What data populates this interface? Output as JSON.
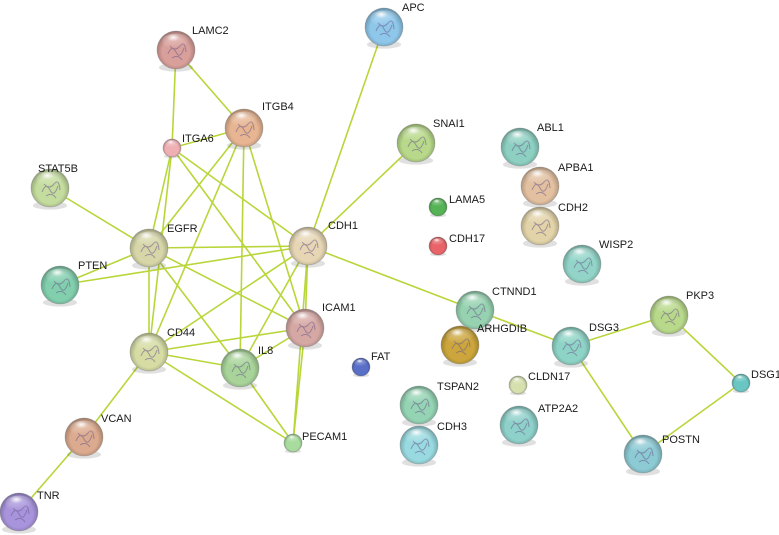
{
  "nodes": [
    {
      "id": "APC",
      "label": "APC",
      "color": "#8ec7ea",
      "size": "large"
    },
    {
      "id": "LAMC2",
      "label": "LAMC2",
      "color": "#d99f9a",
      "size": "large"
    },
    {
      "id": "ITGB4",
      "label": "ITGB4",
      "color": "#e7b592",
      "size": "large"
    },
    {
      "id": "ITGA6",
      "label": "ITGA6",
      "color": "#efb0b4",
      "size": "small"
    },
    {
      "id": "SNAI1",
      "label": "SNAI1",
      "color": "#b8d98a",
      "size": "large"
    },
    {
      "id": "ABL1",
      "label": "ABL1",
      "color": "#8dd0c2",
      "size": "large"
    },
    {
      "id": "APBA1",
      "label": "APBA1",
      "color": "#e2c0a0",
      "size": "large"
    },
    {
      "id": "CDH2",
      "label": "CDH2",
      "color": "#e2d3a8",
      "size": "large"
    },
    {
      "id": "STAT5B",
      "label": "STAT5B",
      "color": "#c4dc9e",
      "size": "large"
    },
    {
      "id": "LAMA5",
      "label": "LAMA5",
      "color": "#55b356",
      "size": "small"
    },
    {
      "id": "CDH17",
      "label": "CDH17",
      "color": "#e86468",
      "size": "small"
    },
    {
      "id": "EGFR",
      "label": "EGFR",
      "color": "#d6d6a8",
      "size": "large"
    },
    {
      "id": "CDH1",
      "label": "CDH1",
      "color": "#e6d6b4",
      "size": "large"
    },
    {
      "id": "WISP2",
      "label": "WISP2",
      "color": "#92d5c8",
      "size": "large"
    },
    {
      "id": "PTEN",
      "label": "PTEN",
      "color": "#82cfae",
      "size": "large"
    },
    {
      "id": "CTNND1",
      "label": "CTNND1",
      "color": "#96d2b0",
      "size": "large"
    },
    {
      "id": "PKP3",
      "label": "PKP3",
      "color": "#b8d98a",
      "size": "large"
    },
    {
      "id": "ICAM1",
      "label": "ICAM1",
      "color": "#d6a8a4",
      "size": "large"
    },
    {
      "id": "ARHGDIB",
      "label": "ARHGDIB",
      "color": "#cca63c",
      "size": "large"
    },
    {
      "id": "DSG3",
      "label": "DSG3",
      "color": "#8ed4c6",
      "size": "large"
    },
    {
      "id": "CD44",
      "label": "CD44",
      "color": "#d6dca4",
      "size": "large"
    },
    {
      "id": "IL8",
      "label": "IL8",
      "color": "#a8d49a",
      "size": "large"
    },
    {
      "id": "FAT",
      "label": "FAT",
      "color": "#5a70c8",
      "size": "small"
    },
    {
      "id": "CLDN17",
      "label": "CLDN17",
      "color": "#d6e0ae",
      "size": "small"
    },
    {
      "id": "DSG1",
      "label": "DSG1",
      "color": "#6ac6c2",
      "size": "small"
    },
    {
      "id": "TSPAN2",
      "label": "TSPAN2",
      "color": "#94d4b4",
      "size": "large"
    },
    {
      "id": "ATP2A2",
      "label": "ATP2A2",
      "color": "#8ed0ca",
      "size": "large"
    },
    {
      "id": "CDH3",
      "label": "CDH3",
      "color": "#98dae0",
      "size": "large"
    },
    {
      "id": "VCAN",
      "label": "VCAN",
      "color": "#dcaa8e",
      "size": "large"
    },
    {
      "id": "PECAM1",
      "label": "PECAM1",
      "color": "#a8dc9e",
      "size": "small"
    },
    {
      "id": "POSTN",
      "label": "POSTN",
      "color": "#8ccad4",
      "size": "large"
    },
    {
      "id": "TNR",
      "label": "TNR",
      "color": "#a894dc",
      "size": "large"
    }
  ],
  "edges": [
    [
      "LAMC2",
      "ITGB4"
    ],
    [
      "LAMC2",
      "ITGA6"
    ],
    [
      "ITGA6",
      "ITGB4"
    ],
    [
      "ITGA6",
      "EGFR"
    ],
    [
      "ITGA6",
      "CDH1"
    ],
    [
      "ITGA6",
      "ICAM1"
    ],
    [
      "ITGA6",
      "CD44"
    ],
    [
      "ITGB4",
      "EGFR"
    ],
    [
      "ITGB4",
      "CD44"
    ],
    [
      "ITGB4",
      "ICAM1"
    ],
    [
      "ITGB4",
      "IL8"
    ],
    [
      "APC",
      "CDH1"
    ],
    [
      "SNAI1",
      "CDH1"
    ],
    [
      "STAT5B",
      "EGFR"
    ],
    [
      "EGFR",
      "PTEN"
    ],
    [
      "EGFR",
      "CDH1"
    ],
    [
      "EGFR",
      "CD44"
    ],
    [
      "EGFR",
      "ICAM1"
    ],
    [
      "EGFR",
      "IL8"
    ],
    [
      "PTEN",
      "CDH1"
    ],
    [
      "CDH1",
      "CD44"
    ],
    [
      "CDH1",
      "ICAM1"
    ],
    [
      "CDH1",
      "PECAM1"
    ],
    [
      "CDH1",
      "CTNND1"
    ],
    [
      "CDH1",
      "IL8"
    ],
    [
      "ICAM1",
      "CD44"
    ],
    [
      "ICAM1",
      "IL8"
    ],
    [
      "ICAM1",
      "PECAM1"
    ],
    [
      "CD44",
      "IL8"
    ],
    [
      "CD44",
      "PECAM1"
    ],
    [
      "CD44",
      "VCAN"
    ],
    [
      "IL8",
      "PECAM1"
    ],
    [
      "VCAN",
      "TNR"
    ],
    [
      "DSG3",
      "PKP3"
    ],
    [
      "DSG3",
      "POSTN"
    ],
    [
      "CTNND1",
      "DSG3"
    ],
    [
      "PKP3",
      "DSG1"
    ],
    [
      "DSG1",
      "POSTN"
    ]
  ]
}
